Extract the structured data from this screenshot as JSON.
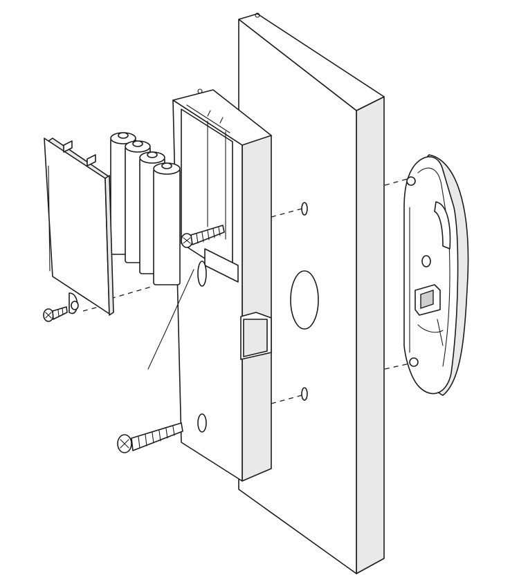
{
  "diagram": {
    "kind": "exploded-assembly",
    "components": [
      {
        "id": "battery-cover",
        "icon": "battery-cover-plate"
      },
      {
        "id": "batteries",
        "icon": "aa-battery",
        "count": 4
      },
      {
        "id": "lock-body",
        "icon": "lock-housing"
      },
      {
        "id": "door-panel",
        "icon": "door-slab"
      },
      {
        "id": "outside-escutcheon",
        "icon": "outer-trim"
      },
      {
        "id": "cover-screw",
        "icon": "small-screw"
      },
      {
        "id": "mount-screw-upper",
        "icon": "screw"
      },
      {
        "id": "mount-screw-lower",
        "icon": "long-screw"
      }
    ],
    "line_color": "#1a1a1a",
    "background": "#ffffff",
    "text_labels": []
  }
}
